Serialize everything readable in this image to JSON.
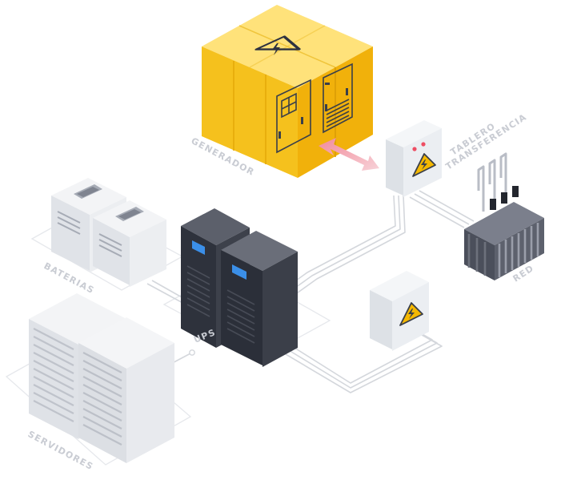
{
  "labels": {
    "generator": "GENERADOR",
    "transfer_1": "TABLERO",
    "transfer_2": "TRANSFERENCIA",
    "batteries": "BATERIAS",
    "ups": "UPS",
    "grid": "RED",
    "servers": "SERVIDORES"
  },
  "colors": {
    "generator_yellow": "#f7c41c",
    "accent_blue": "#3b8fe8",
    "warning_yellow": "#f5b800",
    "arrow_pink": "#f2a0aa",
    "label_gray": "#c9ccd3"
  }
}
